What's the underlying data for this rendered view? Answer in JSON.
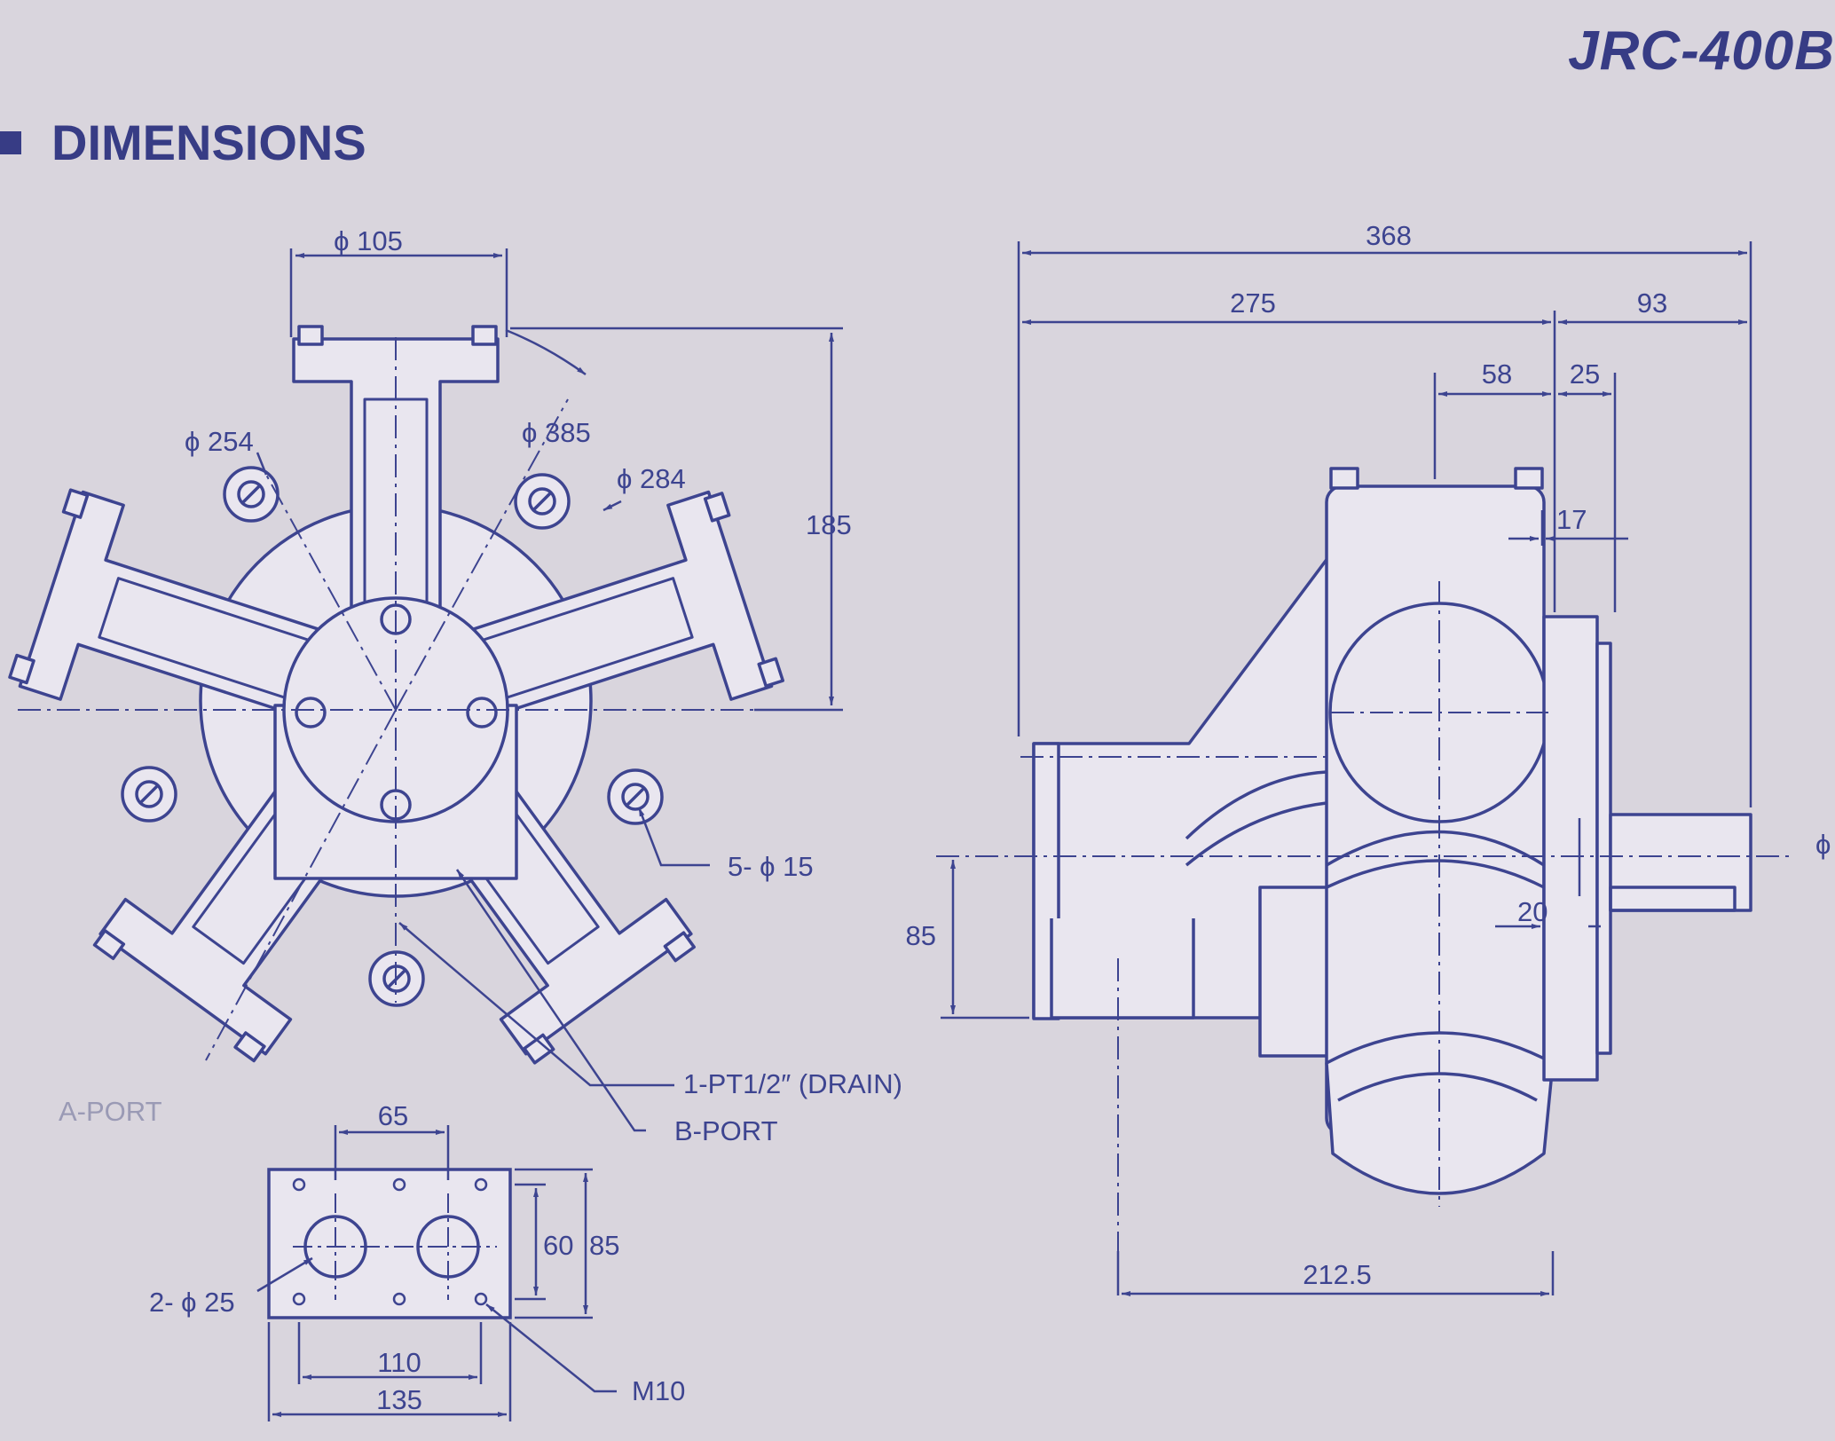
{
  "header": {
    "model": "JRC-400B",
    "section": "DIMENSIONS"
  },
  "colors": {
    "paper": "#d9d5dd",
    "ink": "#3d4490",
    "fill": "#e9e6ef",
    "title": "#373c85"
  },
  "front_view": {
    "dims": {
      "d105": "ϕ 105",
      "d254": "ϕ 254",
      "d385": "ϕ 385",
      "d284": "ϕ 284",
      "h185": "185",
      "holes": "5- ϕ 15",
      "drain": "1-PT1/2″ (DRAIN)",
      "b_port": "B-PORT",
      "a_port": "A-PORT"
    }
  },
  "flange_view": {
    "dims": {
      "w65": "65",
      "h60": "60",
      "h85": "85",
      "ports": "2- ϕ 25",
      "w110": "110",
      "w135": "135",
      "bolt": "M10"
    }
  },
  "side_view": {
    "dims": {
      "l368": "368",
      "l275": "275",
      "l93": "93",
      "l58": "58",
      "l25": "25",
      "l17": "17",
      "l20": "20",
      "h85": "85",
      "l212": "212.5",
      "phi": "ϕ"
    }
  }
}
